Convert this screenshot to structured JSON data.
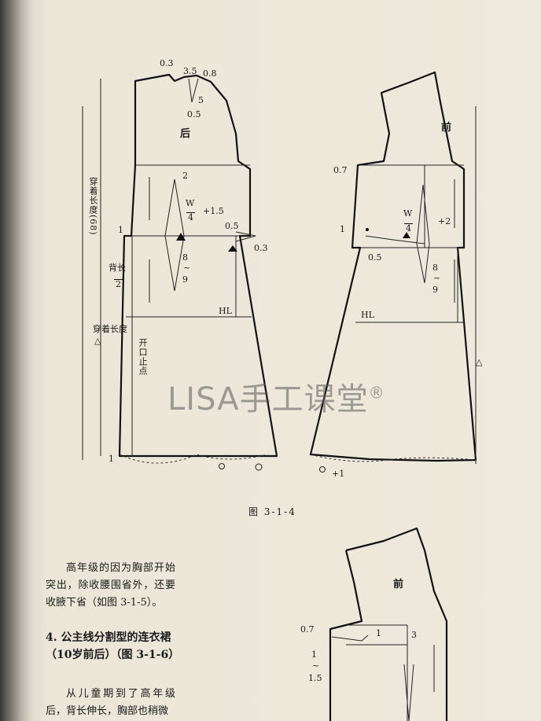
{
  "figure_main": {
    "caption": "图 3-1-4",
    "back_panel": {
      "title": "后",
      "label_neck_top": "0.3",
      "label_dart_35": "3.5",
      "label_dart_08": "0.8",
      "label_dart_5": "5",
      "label_dart_05": "0.5",
      "label_2": "2",
      "label_w": "W",
      "label_4": "4",
      "label_plus15": "+1.5",
      "label_side_1": "1",
      "label_side_05": "0.5",
      "label_side_03": "0.3",
      "label_8": "8",
      "label_tilde": "~",
      "label_9": "9",
      "label_hl": "HL",
      "label_opening": "开口止点",
      "label_hem_1": "1",
      "label_wear_length": "穿着长度(68)",
      "label_back_length": "背长",
      "label_half": "2",
      "label_wear_length_2": "穿着长度",
      "label_triangle": "△"
    },
    "front_panel": {
      "title": "前",
      "label_07": "0.7",
      "label_w": "W",
      "label_4": "4",
      "label_plus2": "+2",
      "label_side_1": "1",
      "label_05": "0.5",
      "label_8": "8",
      "label_tilde": "~",
      "label_9": "9",
      "label_hl": "HL",
      "label_triangle": "△",
      "label_plus1": "+1"
    }
  },
  "figure_second": {
    "title": "前",
    "label_07": "0.7",
    "label_1": "1",
    "label_3": "3",
    "label_range_1": "1",
    "label_range_tilde": "~",
    "label_range_15": "1.5"
  },
  "text": {
    "paragraph_1": "高年级的因为胸部开始突出，除收腰围省外，还要收腋下省（如图 3-1-5）。",
    "section_heading": "4. 公主线分割型的连衣裙（10岁前后）（图 3-1-6）",
    "paragraph_2": "从儿童期到了高年级后，背长伸长，胸部也稍微"
  },
  "watermark": {
    "text": "LISA手工课堂",
    "mark": "®"
  }
}
